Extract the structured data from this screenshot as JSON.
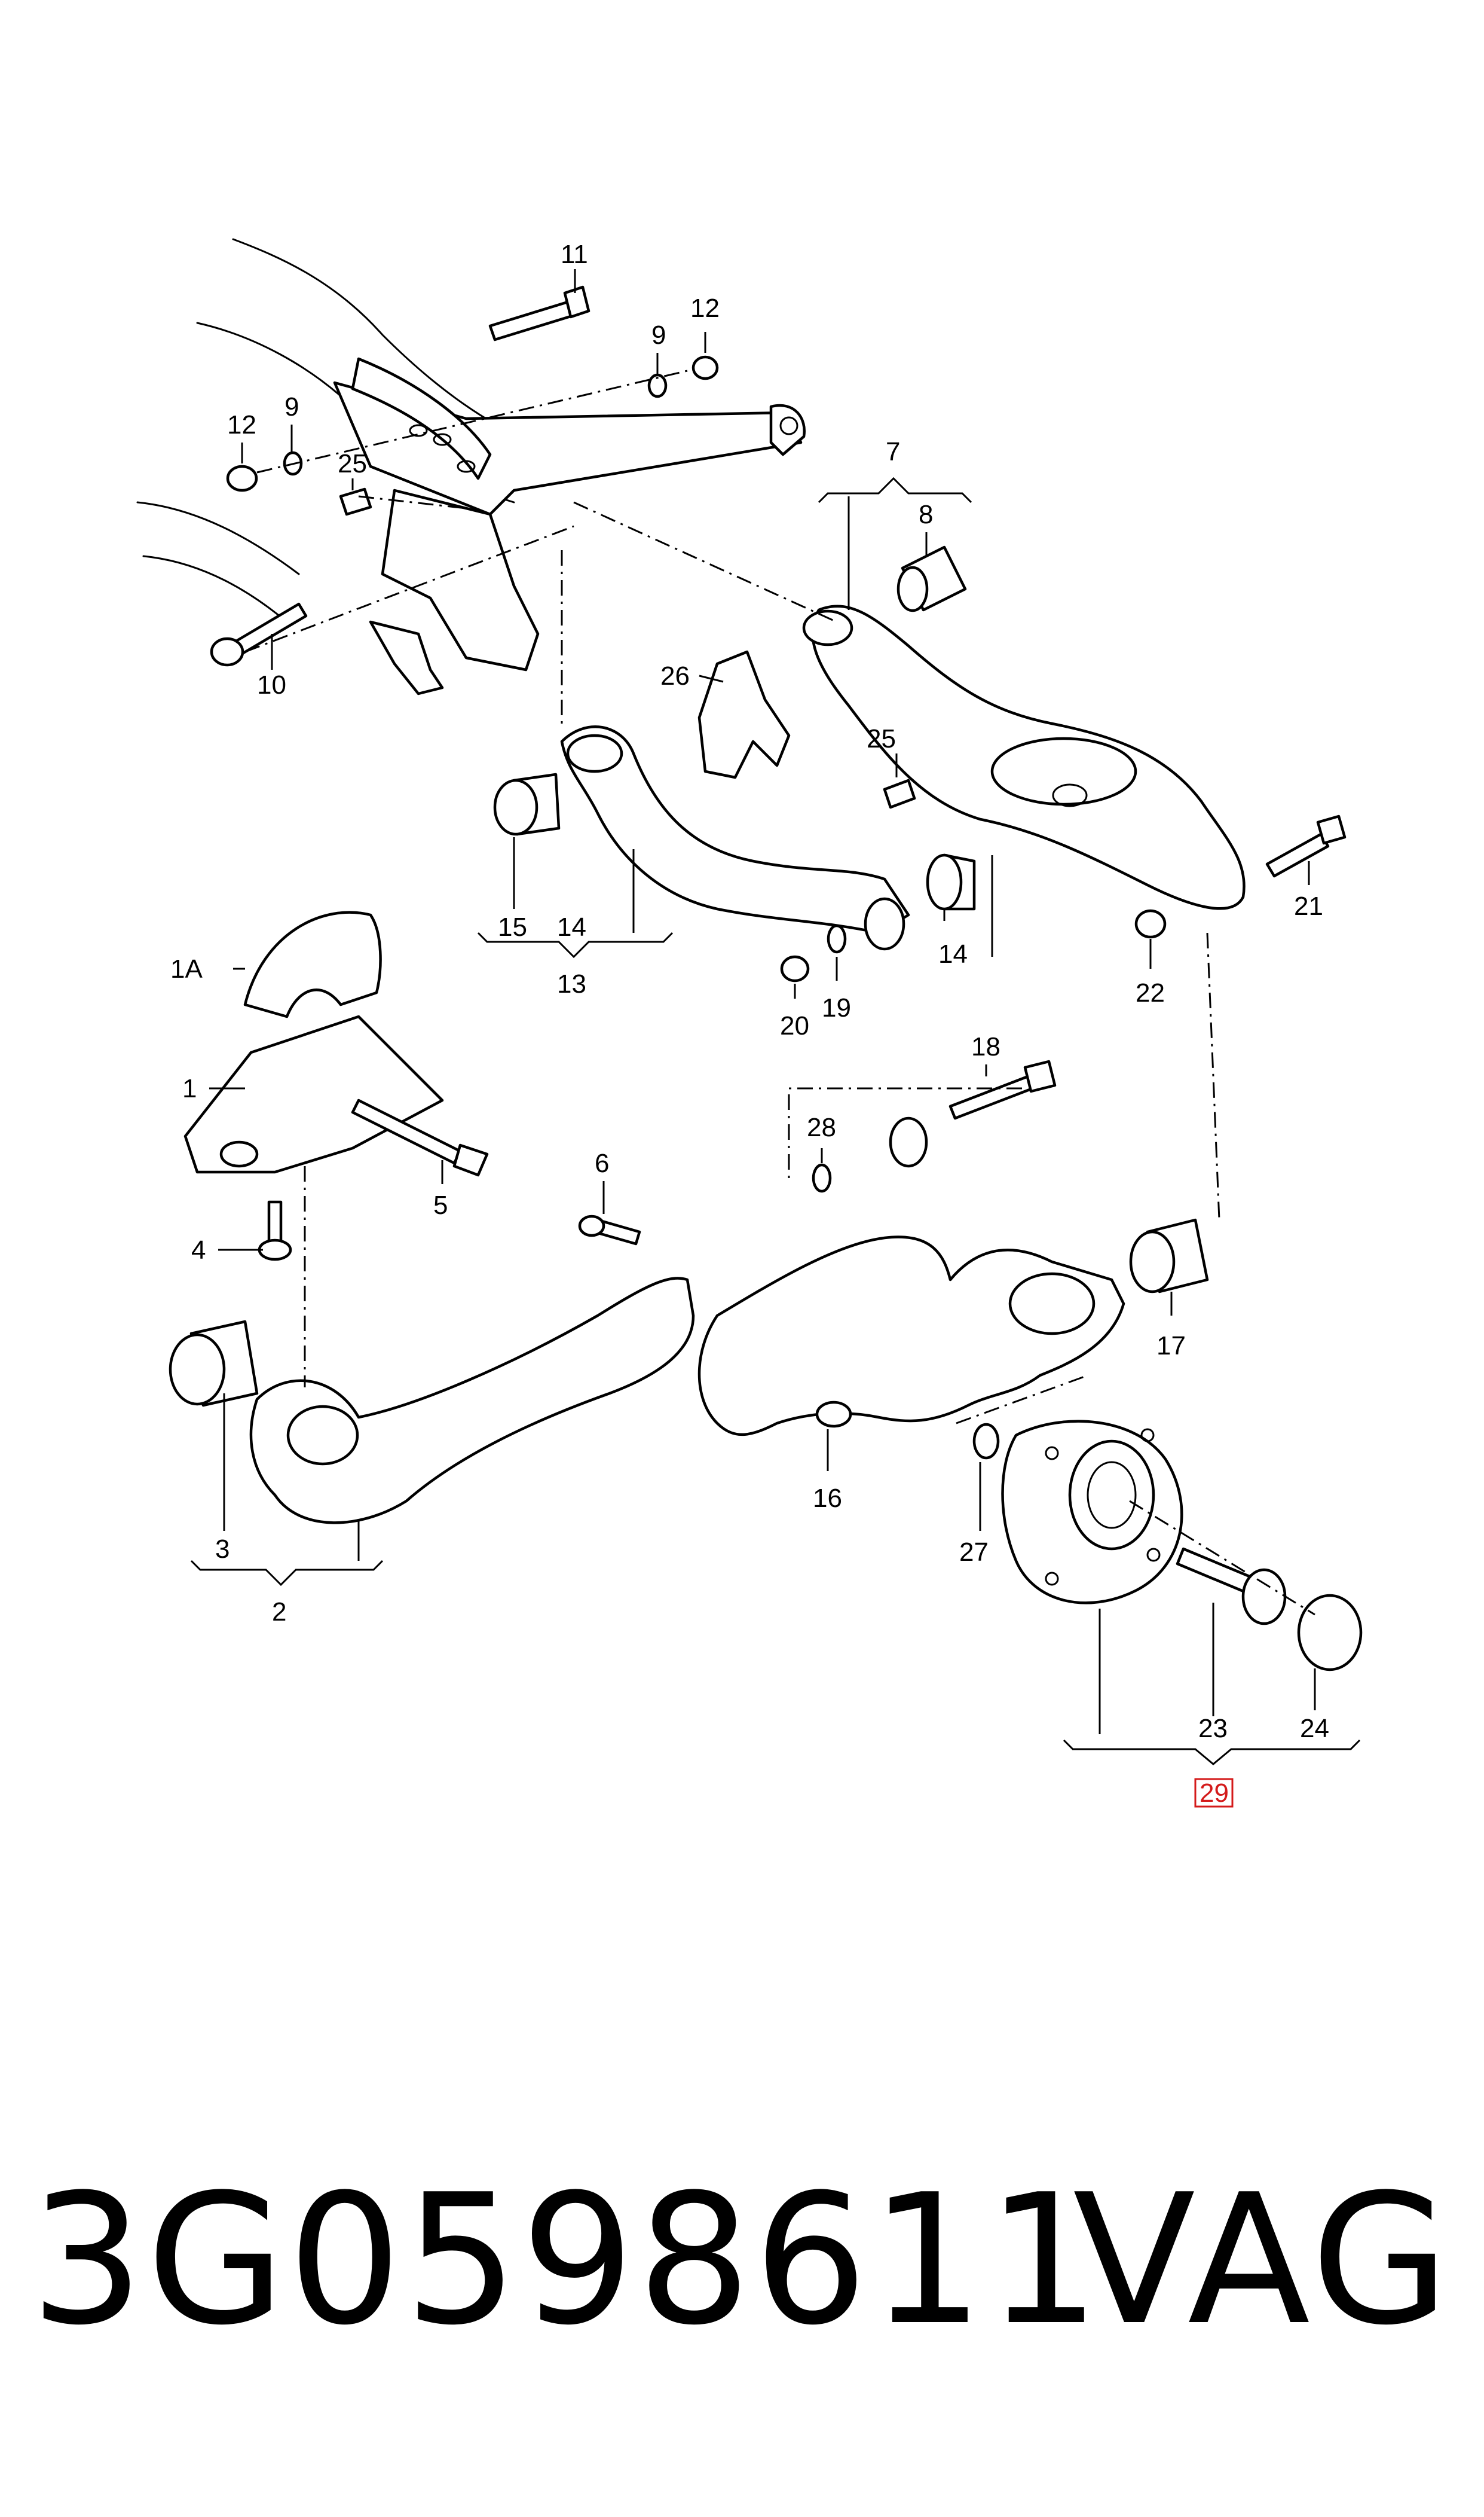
{
  "callouts": {
    "c1": "1",
    "c1A": "1A",
    "c2": "2",
    "c3": "3",
    "c4": "4",
    "c5": "5",
    "c6": "6",
    "c7": "7",
    "c8": "8",
    "c9a": "9",
    "c9b": "9",
    "c10": "10",
    "c11": "11",
    "c12a": "12",
    "c12b": "12",
    "c13": "13",
    "c14a": "14",
    "c14b": "14",
    "c15": "15",
    "c16": "16",
    "c17": "17",
    "c18": "18",
    "c19": "19",
    "c20": "20",
    "c21": "21",
    "c22": "22",
    "c23": "23",
    "c24": "24",
    "c25a": "25",
    "c25b": "25",
    "c26": "26",
    "c27": "27",
    "c28": "28",
    "c29": "29"
  },
  "highlight_color": "#d41a1a",
  "footer": {
    "part_number": "3G0598611",
    "brand": "VAG"
  }
}
